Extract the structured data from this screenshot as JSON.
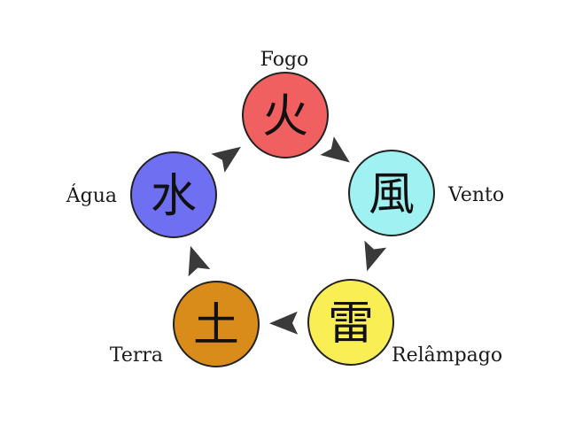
{
  "elements": [
    {
      "id": "fire",
      "symbol": "火",
      "label": "Fogo",
      "color": "#f06060"
    },
    {
      "id": "wind",
      "symbol": "風",
      "label": "Vento",
      "color": "#a0f2f2"
    },
    {
      "id": "lightning",
      "symbol": "雷",
      "label": "Relâmpago",
      "color": "#faee55"
    },
    {
      "id": "earth",
      "symbol": "土",
      "label": "Terra",
      "color": "#d98c1a"
    },
    {
      "id": "water",
      "symbol": "水",
      "label": "Água",
      "color": "#6f6ff2"
    }
  ],
  "cycle": [
    {
      "from": "fire",
      "to": "wind"
    },
    {
      "from": "wind",
      "to": "lightning"
    },
    {
      "from": "lightning",
      "to": "earth"
    },
    {
      "from": "earth",
      "to": "water"
    },
    {
      "from": "water",
      "to": "fire"
    }
  ]
}
